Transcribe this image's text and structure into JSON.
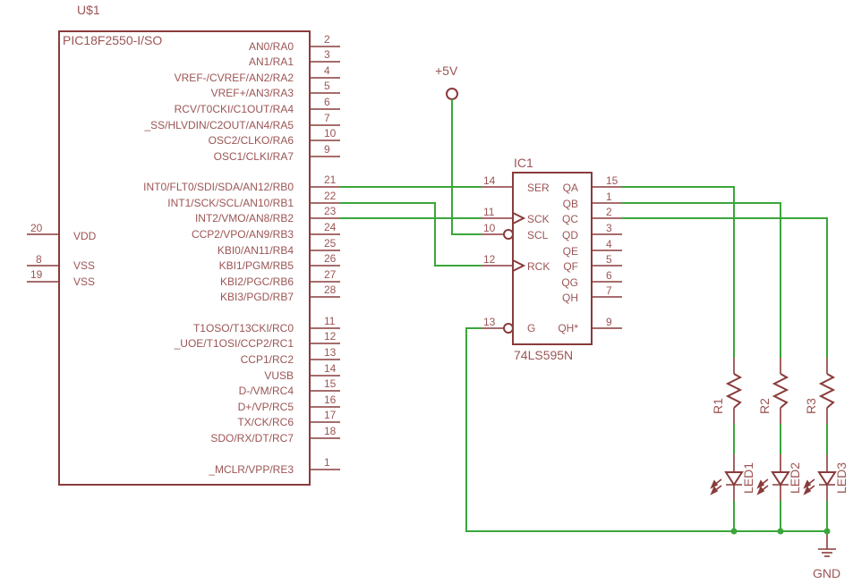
{
  "u1": {
    "ref": "U$1",
    "part": "PIC18F2550-I/SO",
    "pins": [
      {
        "num": "2",
        "name": "AN0/RA0"
      },
      {
        "num": "3",
        "name": "AN1/RA1"
      },
      {
        "num": "4",
        "name": "VREF-/CVREF/AN2/RA2"
      },
      {
        "num": "5",
        "name": "VREF+/AN3/RA3"
      },
      {
        "num": "6",
        "name": "RCV/T0CKI/C1OUT/RA4"
      },
      {
        "num": "7",
        "name": "_SS/HLVDIN/C2OUT/AN4/RA5"
      },
      {
        "num": "10",
        "name": "OSC2/CLKO/RA6"
      },
      {
        "num": "9",
        "name": "OSC1/CLKI/RA7"
      },
      {
        "num": "21",
        "name": "INT0/FLT0/SDI/SDA/AN12/RB0"
      },
      {
        "num": "22",
        "name": "INT1/SCK/SCL/AN10/RB1"
      },
      {
        "num": "23",
        "name": "INT2/VMO/AN8/RB2"
      },
      {
        "num": "24",
        "name": "CCP2/VPO/AN9/RB3"
      },
      {
        "num": "25",
        "name": "KBI0/AN11/RB4"
      },
      {
        "num": "26",
        "name": "KBI1/PGM/RB5"
      },
      {
        "num": "27",
        "name": "KBI2/PGC/RB6"
      },
      {
        "num": "28",
        "name": "KBI3/PGD/RB7"
      },
      {
        "num": "11",
        "name": "T1OSO/T13CKI/RC0"
      },
      {
        "num": "12",
        "name": "_UOE/T1OSI/CCP2/RC1"
      },
      {
        "num": "13",
        "name": "CCP1/RC2"
      },
      {
        "num": "14",
        "name": "VUSB"
      },
      {
        "num": "15",
        "name": "D-/VM/RC4"
      },
      {
        "num": "16",
        "name": "D+/VP/RC5"
      },
      {
        "num": "17",
        "name": "TX/CK/RC6"
      },
      {
        "num": "18",
        "name": "SDO/RX/DT/RC7"
      },
      {
        "num": "1",
        "name": "_MCLR/VPP/RE3"
      }
    ],
    "left_pins": [
      {
        "num": "20",
        "name": "VDD"
      },
      {
        "num": "8",
        "name": "VSS"
      },
      {
        "num": "19",
        "name": "VSS"
      }
    ]
  },
  "ic1": {
    "ref": "IC1",
    "part": "74LS595N",
    "left_pins": [
      {
        "num": "14",
        "name": "SER"
      },
      {
        "num": "11",
        "name": "SCK"
      },
      {
        "num": "10",
        "name": "SCL"
      },
      {
        "num": "12",
        "name": "RCK"
      },
      {
        "num": "13",
        "name": "G"
      }
    ],
    "right_pins": [
      {
        "num": "15",
        "name": "QA"
      },
      {
        "num": "1",
        "name": "QB"
      },
      {
        "num": "2",
        "name": "QC"
      },
      {
        "num": "3",
        "name": "QD"
      },
      {
        "num": "4",
        "name": "QE"
      },
      {
        "num": "5",
        "name": "QF"
      },
      {
        "num": "6",
        "name": "QG"
      },
      {
        "num": "7",
        "name": "QH"
      },
      {
        "num": "9",
        "name": "QH*"
      }
    ]
  },
  "supply": {
    "label": "+5V"
  },
  "ground": {
    "label": "GND"
  },
  "resistors": [
    "R1",
    "R2",
    "R3"
  ],
  "leds": [
    "LED1",
    "LED2",
    "LED3"
  ],
  "colors": {
    "part": "#8a3b3b",
    "label": "#9c5555",
    "wire": "#3aa63a",
    "background": "#ffffff"
  }
}
